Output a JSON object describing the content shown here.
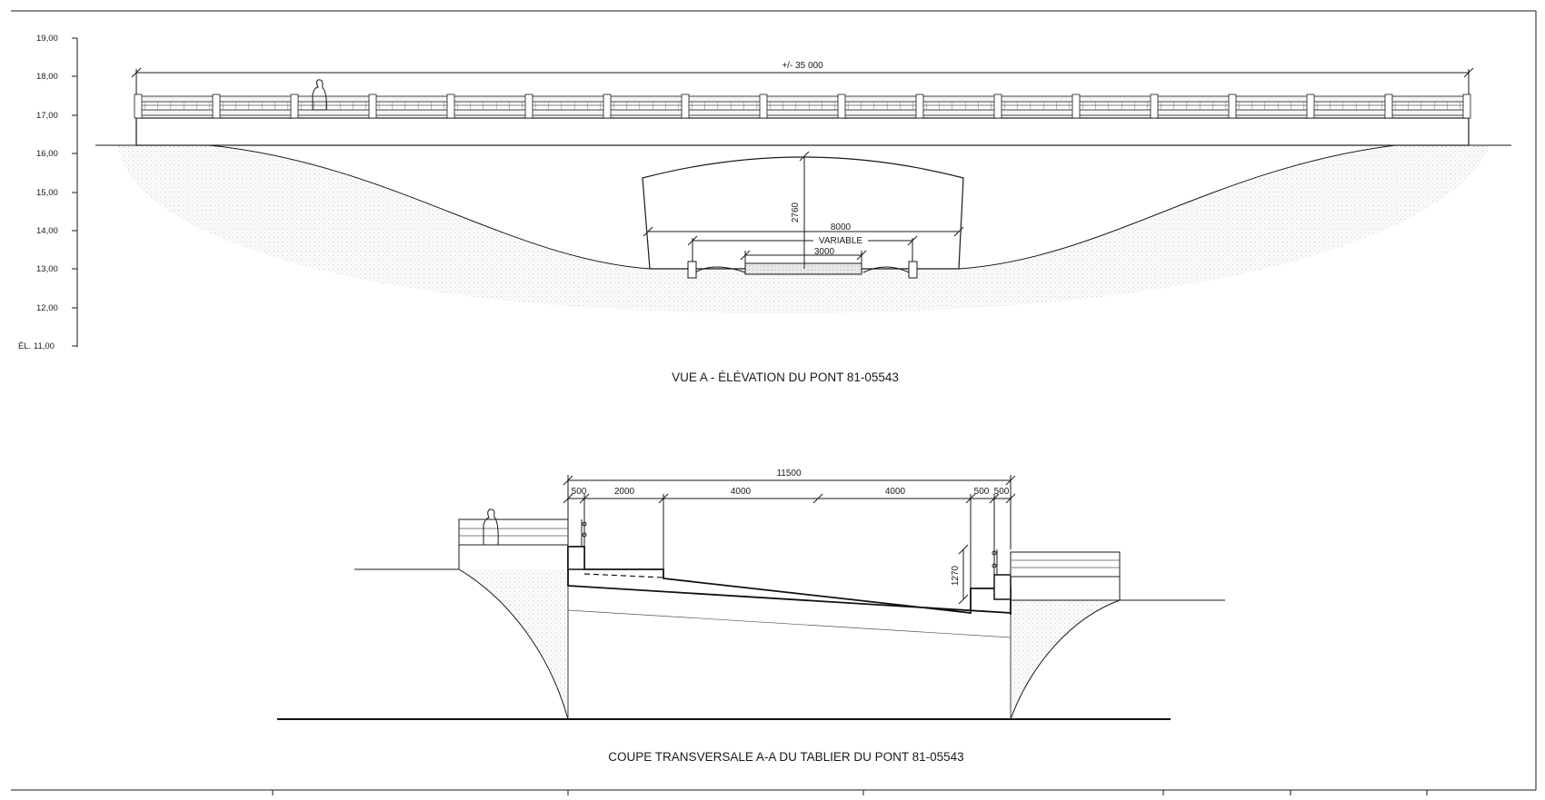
{
  "elevation_scale": {
    "ticks": [
      "19,00",
      "18,00",
      "17,00",
      "16,00",
      "15,00",
      "14,00",
      "13,00",
      "12,00",
      "ÉL.  11,00"
    ]
  },
  "elevation_view": {
    "title": "VUE A  -  ÉLÉVATION  DU  PONT  81-05543",
    "overall_length": "+/- 35 000",
    "culvert_height": "2760",
    "culvert_width": "8000",
    "variable_label": "VARIABLE",
    "channel_width": "3000"
  },
  "cross_section": {
    "title": "COUPE  TRANSVERSALE  A-A  DU  TABLIER  DU  PONT  81-05543",
    "total_width": "11500",
    "dims": [
      "500",
      "2000",
      "4000",
      "4000",
      "500",
      "500"
    ],
    "rail_height": "1270"
  },
  "colors": {
    "line": "#1a1a1a",
    "hatch": "#c8c8c8",
    "background": "#ffffff"
  }
}
